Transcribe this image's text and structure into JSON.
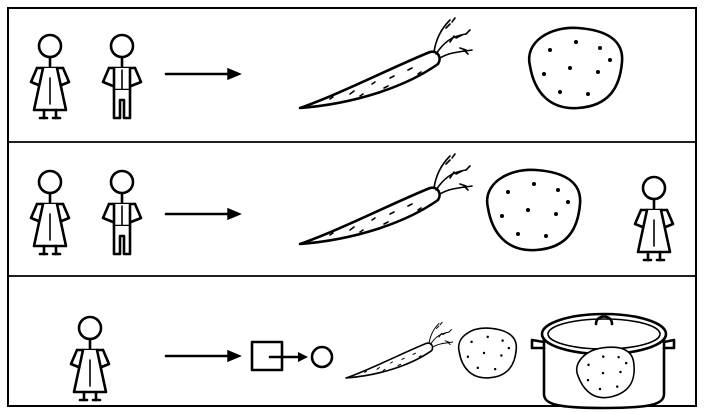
{
  "diagram": {
    "rows": [
      {
        "actors": [
          "woman",
          "man"
        ],
        "arrow": "right-arrow",
        "objects": [
          "carrot",
          "potato"
        ],
        "recipient": null
      },
      {
        "actors": [
          "woman",
          "man"
        ],
        "arrow": "right-arrow",
        "objects": [
          "carrot",
          "potato"
        ],
        "recipient": "woman"
      },
      {
        "actors": [
          "woman"
        ],
        "arrow": "right-arrow",
        "process": [
          "box",
          "arrow",
          "circle"
        ],
        "objects": [
          "carrot",
          "potato"
        ],
        "container": "pot-with-potato"
      }
    ]
  }
}
